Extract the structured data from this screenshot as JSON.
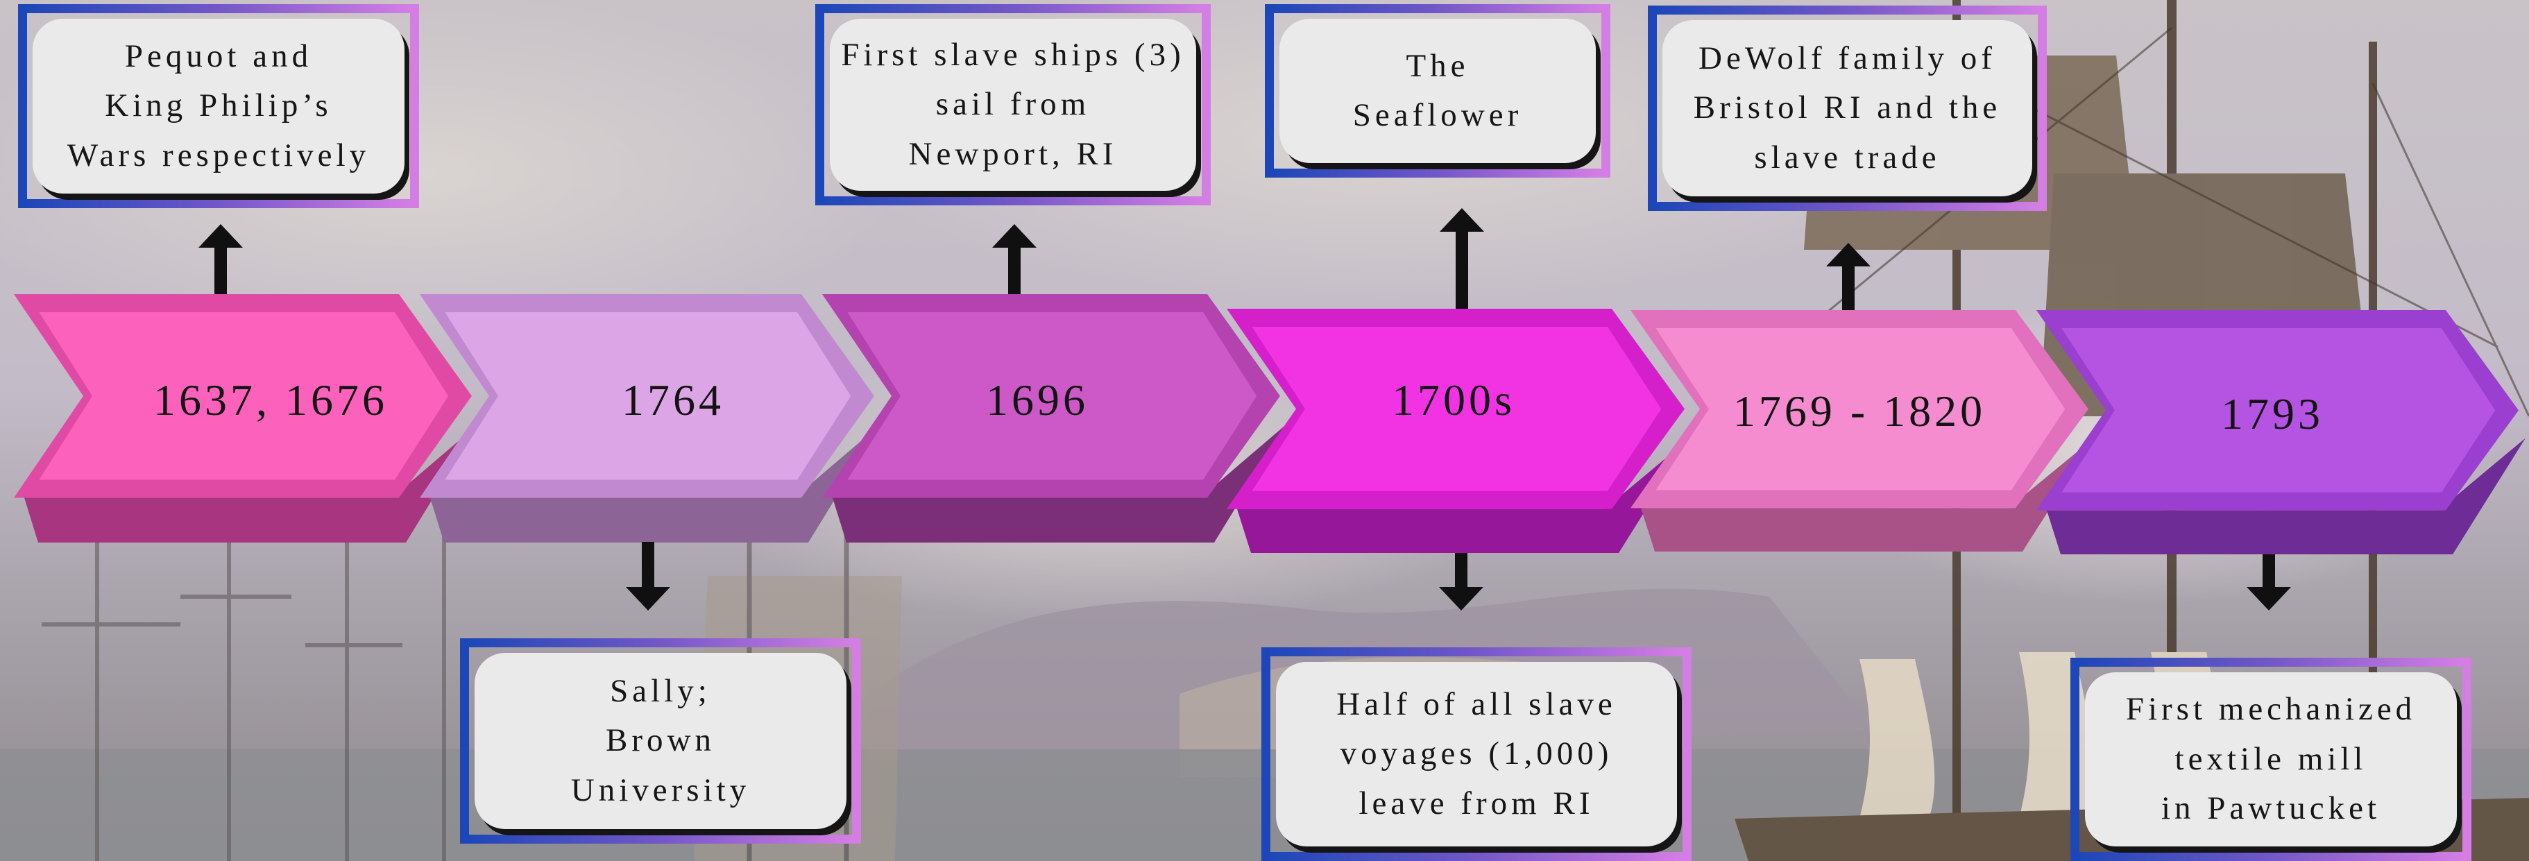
{
  "timeline": [
    {
      "label": "1637, 1676",
      "color": "#fc61bb",
      "dark": "#a83580",
      "side": "#e14aa4",
      "callout": {
        "position": "above",
        "lines": [
          "Pequot and",
          "King Philip’s",
          "Wars respectively"
        ]
      }
    },
    {
      "label": "1764",
      "color": "#dca6e6",
      "dark": "#8c6496",
      "side": "#c18ad0",
      "callout": {
        "position": "below",
        "lines": [
          "Sally;",
          "Brown",
          "University"
        ]
      }
    },
    {
      "label": "1696",
      "color": "#cd59c8",
      "dark": "#7b2f78",
      "side": "#b443b0",
      "callout": {
        "position": "above",
        "lines": [
          "First slave ships (3)",
          "sail from",
          "Newport, RI"
        ]
      }
    },
    {
      "label": "1700s",
      "color": "#f233e4",
      "dark": "#96179a",
      "side": "#d51fcb",
      "callout": {
        "position": "both",
        "above_lines": [
          "The",
          "Seaflower"
        ],
        "below_lines": [
          "Half of all slave",
          "voyages (1,000)",
          "leave from RI"
        ]
      }
    },
    {
      "label": "1769 - 1820",
      "color": "#f48ccf",
      "dark": "#a95288",
      "side": "#e271bd",
      "callout": {
        "position": "above",
        "lines": [
          "DeWolf family of",
          "Bristol RI and the",
          "slave trade"
        ]
      }
    },
    {
      "label": "1793",
      "color": "#b553e3",
      "dark": "#6e2c96",
      "side": "#9a3fcf",
      "callout": {
        "position": "below",
        "lines": [
          "First mechanized",
          "textile mill",
          "in Pawtucket"
        ]
      }
    }
  ],
  "theme": {
    "background_sky": "#b9b7c4",
    "background_sea": "#8c8a8e",
    "ship_sail": "#e8dcc7",
    "ship_wood": "#5d4c3a",
    "arrow": "#101010",
    "callout_border_start": "#1d47b8",
    "callout_border_end": "#d47ee4",
    "callout_fill": "#eaeaea"
  }
}
